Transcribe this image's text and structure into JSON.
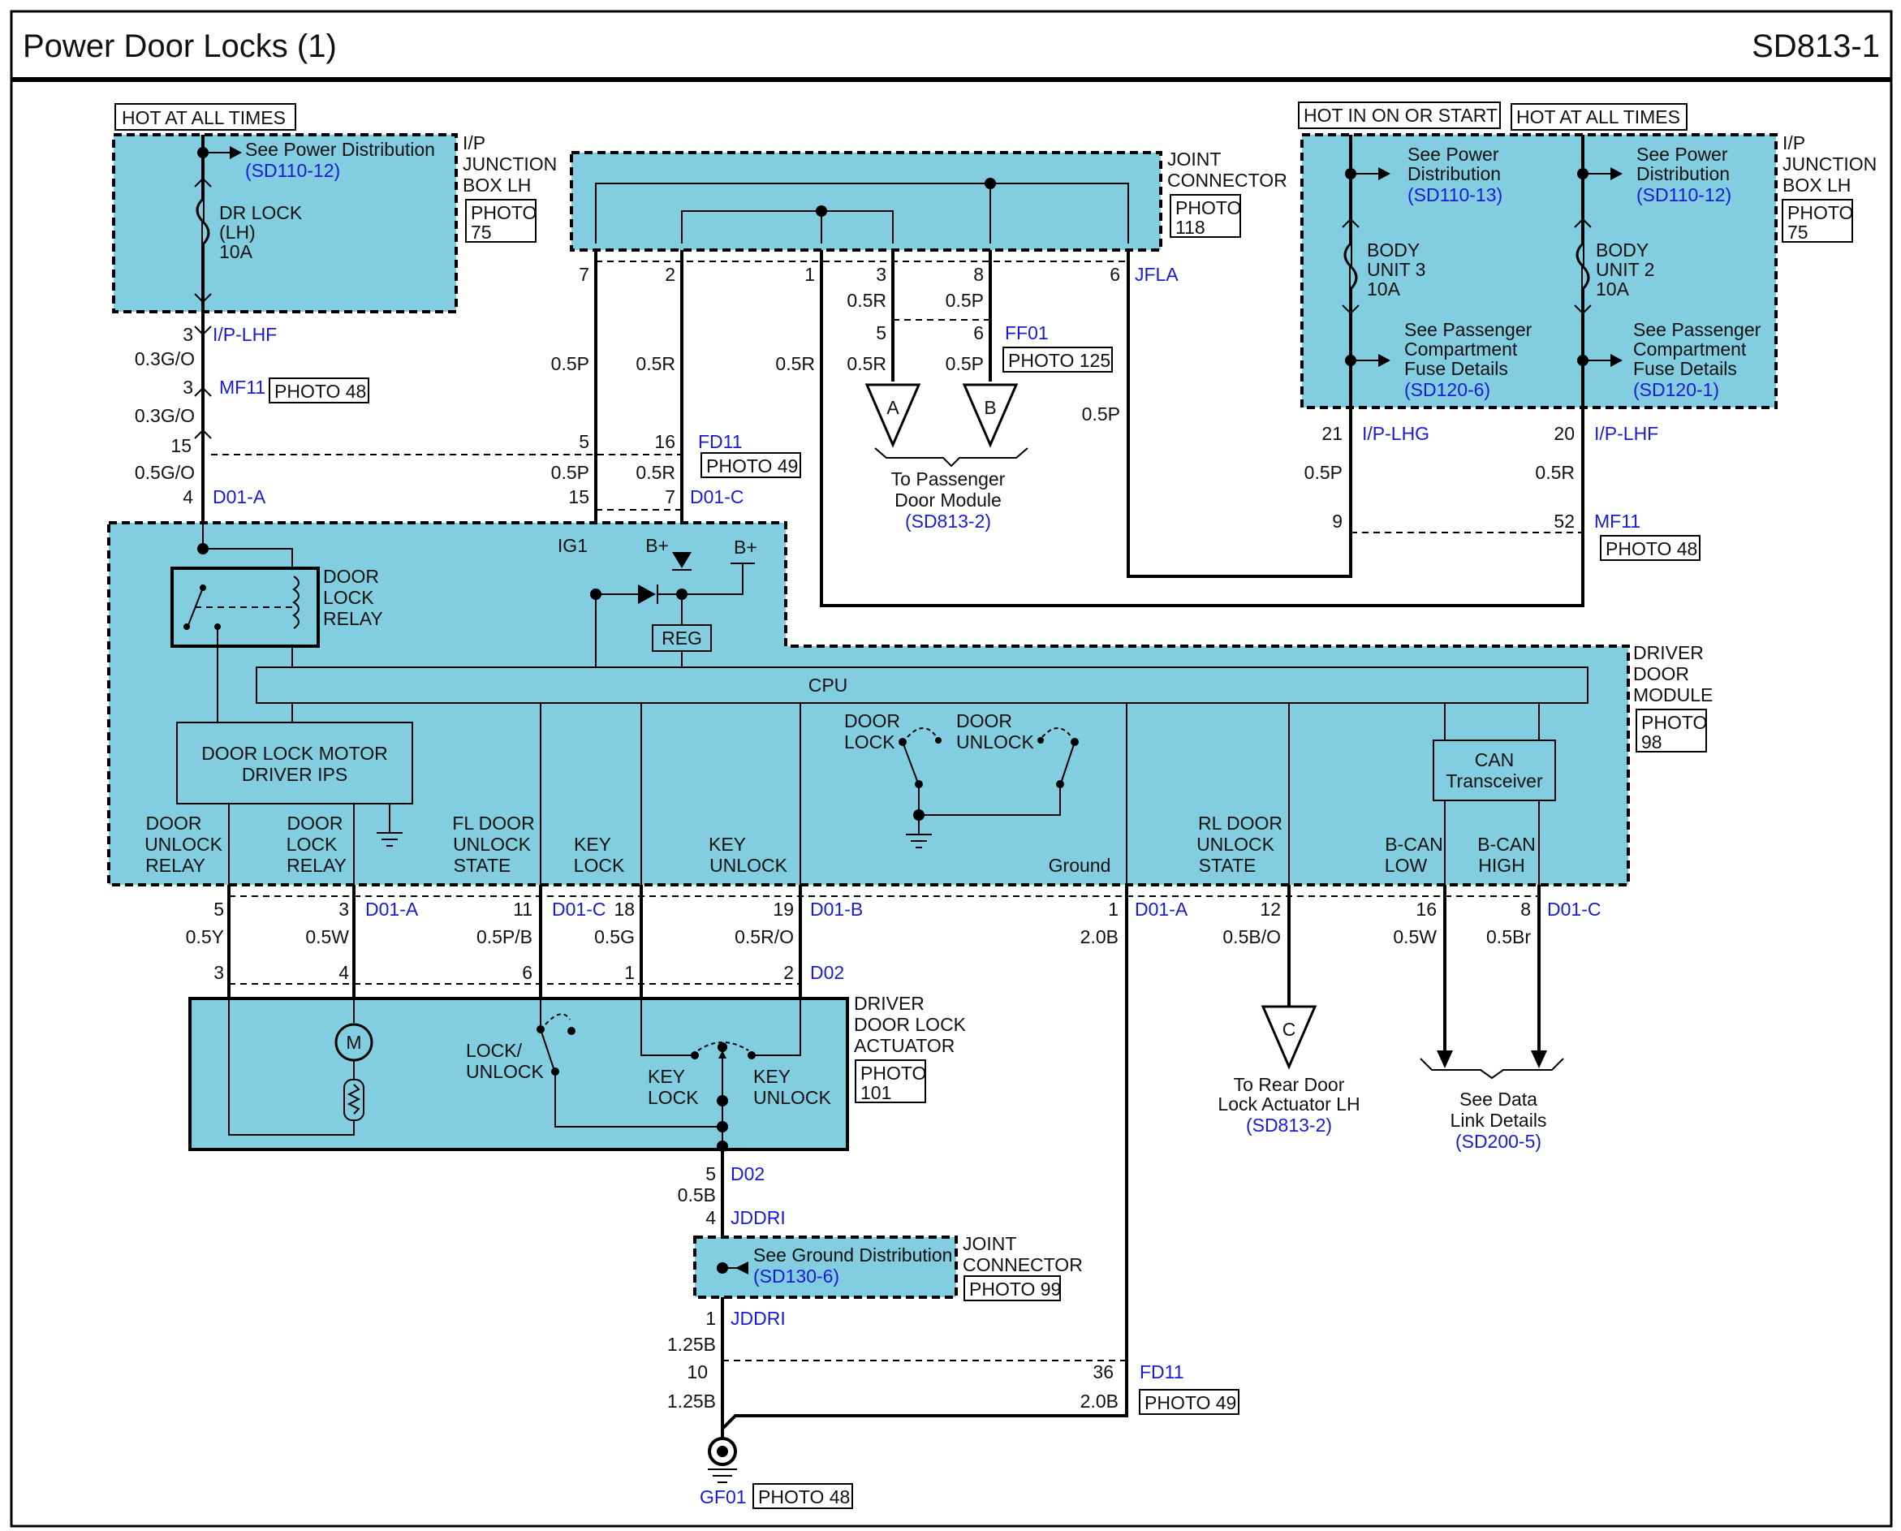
{
  "header": {
    "title": "Power Door Locks (1)",
    "page_code": "SD813-1"
  },
  "power": {
    "hot_at_all_times": "HOT AT ALL TIMES",
    "hot_in_on_or_start": "HOT IN ON OR START",
    "see_power_distribution": "See Power Distribution",
    "see_power": "See Power",
    "distribution": "Distribution",
    "ref_sd110_12": "(SD110-12)",
    "ref_sd110_13": "(SD110-13)",
    "dr_lock_l1": "DR LOCK",
    "dr_lock_l2": "(LH)",
    "dr_lock_l3": "10A",
    "body_unit3_l1": "BODY",
    "body_unit3_l2": "UNIT 3",
    "body_unit3_l3": "10A",
    "body_unit2_l1": "BODY",
    "body_unit2_l2": "UNIT 2",
    "body_unit2_l3": "10A",
    "spc_l1": "See Passenger",
    "spc_l2": "Compartment",
    "spc_l3": "Fuse Details",
    "ref_sd120_6": "(SD120-6)",
    "ref_sd120_1": "(SD120-1)"
  },
  "components": {
    "ip": "I/P",
    "junction": "JUNCTION",
    "box_lh": "BOX LH",
    "joint": "JOINT",
    "connector": "CONNECTOR",
    "photo": "PHOTO",
    "photo_75": "75",
    "photo_118": "118",
    "photo_98": "98",
    "photo_101": "101",
    "photo_48": "PHOTO 48",
    "photo_49": "PHOTO 49",
    "photo_125": "PHOTO 125",
    "photo_99": "PHOTO 99",
    "driver": "DRIVER",
    "door": "DOOR",
    "module": "MODULE",
    "door_lock_actuator_l1": "DRIVER",
    "door_lock_actuator_l2": "DOOR LOCK",
    "door_lock_actuator_l3": "ACTUATOR",
    "door_lock_relay_l1": "DOOR",
    "door_lock_relay_l2": "LOCK",
    "door_lock_relay_l3": "RELAY",
    "cpu": "CPU",
    "reg": "REG",
    "ig1": "IG1",
    "bplus": "B+",
    "motor_ips_l1": "DOOR LOCK MOTOR",
    "motor_ips_l2": "DRIVER IPS",
    "can_l1": "CAN",
    "can_l2": "Transceiver",
    "door_lock_sw_l1": "DOOR",
    "door_lock_sw_l2": "LOCK",
    "door_unlock_sw_l1": "DOOR",
    "door_unlock_sw_l2": "UNLOCK",
    "motor_m": "M",
    "lock_unlock_l1": "LOCK/",
    "lock_unlock_l2": "UNLOCK",
    "key_lock_l1": "KEY",
    "key_lock_l2": "LOCK",
    "key_unlock_l1": "KEY",
    "key_unlock_l2": "UNLOCK",
    "see_ground_distribution": "See Ground Distribution",
    "ref_sd130_6": "(SD130-6)"
  },
  "pins": {
    "p_door_unlock_relay": [
      "DOOR",
      "UNLOCK",
      "RELAY"
    ],
    "p_door_lock_relay": [
      "DOOR",
      "LOCK",
      "RELAY"
    ],
    "p_fl_door": [
      "FL DOOR",
      "UNLOCK",
      "STATE"
    ],
    "p_key_lock": [
      "KEY",
      "LOCK"
    ],
    "p_key_unlock": [
      "KEY",
      "UNLOCK"
    ],
    "p_ground": "Ground",
    "p_rl_door": [
      "RL DOOR",
      "UNLOCK",
      "STATE"
    ],
    "p_bcan_low": [
      "B-CAN",
      "LOW"
    ],
    "p_bcan_high": [
      "B-CAN",
      "HIGH"
    ]
  },
  "connectors": {
    "ip_lhf": "I/P-LHF",
    "ip_lhg": "I/P-LHG",
    "mf11": "MF11",
    "d01a": "D01-A",
    "d01b": "D01-B",
    "d01c": "D01-C",
    "fd11": "FD11",
    "ff01": "FF01",
    "jfla": "JFLA",
    "d02": "D02",
    "jddri": "JDDRI",
    "gf01": "GF01"
  },
  "wires": {
    "g03": "0.3G/O",
    "g05": "0.5G/O",
    "p05": "0.5P",
    "r05": "0.5R",
    "y05": "0.5Y",
    "w05": "0.5W",
    "pb05": "0.5P/B",
    "gg05": "0.5G",
    "ro05": "0.5R/O",
    "b20": "2.0B",
    "bo05": "0.5B/O",
    "br05": "0.5Br",
    "b05": "0.5B",
    "b125": "1.25B"
  },
  "pin_numbers": {
    "n1": "1",
    "n2": "2",
    "n3": "3",
    "n4": "4",
    "n5": "5",
    "n6": "6",
    "n7": "7",
    "n8": "8",
    "n9": "9",
    "n10": "10",
    "n11": "11",
    "n12": "12",
    "n15": "15",
    "n16": "16",
    "n18": "18",
    "n19": "19",
    "n20": "20",
    "n21": "21",
    "n36": "36",
    "n52": "52"
  },
  "refs": {
    "to_passenger_l1": "To Passenger",
    "to_passenger_l2": "Door Module",
    "ref_sd813_2": "(SD813-2)",
    "to_rear_l1": "To Rear Door",
    "to_rear_l2": "Lock Actuator LH",
    "see_data_l1": "See Data",
    "see_data_l2": "Link Details",
    "ref_sd200_5": "(SD200-5)",
    "tri_a": "A",
    "tri_b": "B",
    "tri_c": "C"
  }
}
